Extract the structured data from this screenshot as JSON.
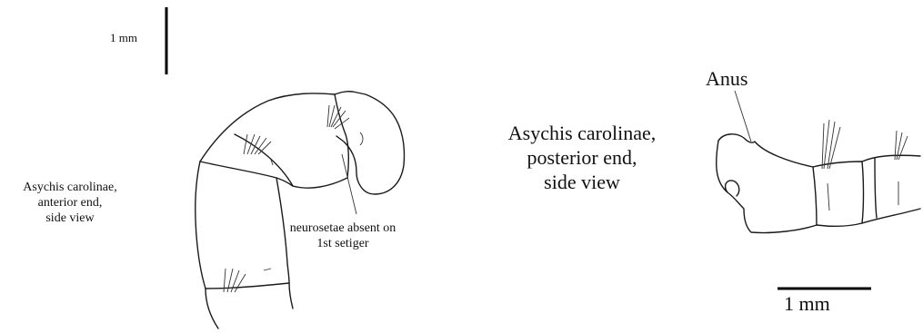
{
  "left_figure": {
    "scale_label": "1 mm",
    "caption": [
      "Asychis carolinae,",
      "anterior end,",
      "side view"
    ],
    "annotation": [
      "neurosetae absent on",
      "1st setiger"
    ]
  },
  "right_figure": {
    "caption": [
      "Asychis carolinae,",
      "posterior end,",
      "side view"
    ],
    "anus_label": "Anus",
    "scale_label": "1 mm"
  }
}
